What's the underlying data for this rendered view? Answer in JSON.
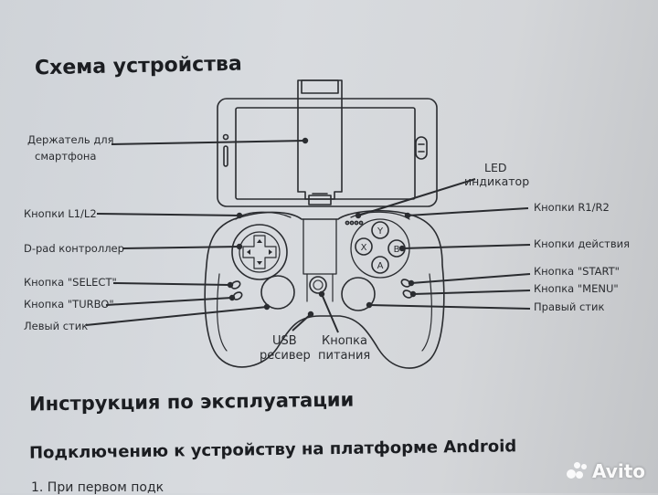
{
  "document": {
    "section_title": "Схема устройства",
    "labels": {
      "holder_line1": "Держатель для",
      "holder_line2": "смартфона",
      "led_line1": "LED",
      "led_line2": "индикатор",
      "l1l2": "Кнопки L1/L2",
      "r1r2": "Кнопки R1/R2",
      "dpad": "D-pad контроллер",
      "action": "Кнопки действия",
      "select": "Кнопка \"SELECT\"",
      "start": "Кнопка \"START\"",
      "turbo": "Кнопка \"TURBO\"",
      "menu": "Кнопка \"MENU\"",
      "left_stick": "Левый стик",
      "right_stick": "Правый стик",
      "usb_line1": "USB",
      "usb_line2": "ресивер",
      "power_line1": "Кнопка",
      "power_line2": "питания"
    },
    "face_buttons": {
      "x": "X",
      "y": "Y",
      "b": "B",
      "a": "A"
    },
    "instructions_title": "Инструкция по эксплуатации",
    "android_title": "Подключению к устройству на платформе Android",
    "step1_start": "1.  При первом подк"
  },
  "watermark": {
    "brand": "Avito",
    "icon": "avito-logo-icon"
  }
}
